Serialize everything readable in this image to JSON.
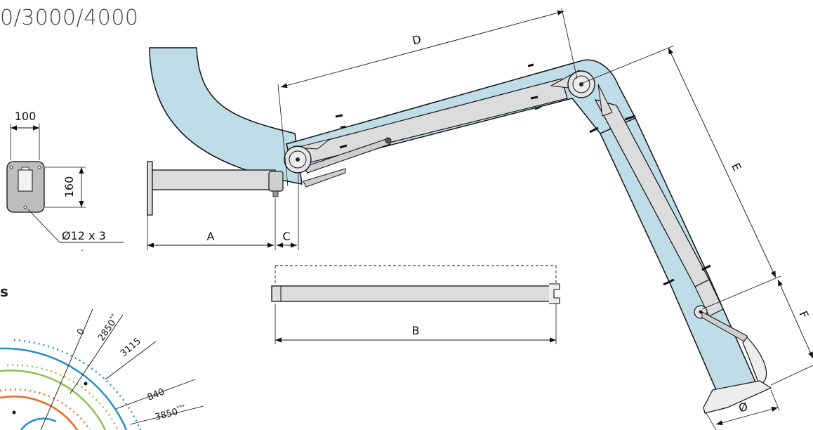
{
  "header": {
    "title_fragment": "0/3000/4000"
  },
  "section": {
    "label_fragment": "s"
  },
  "dimensions": {
    "A": "A",
    "B": "B",
    "C": "C",
    "D": "D",
    "E": "E",
    "F": "F",
    "diameter": "Ø",
    "plate_width": "100",
    "plate_height": "160",
    "hole_spec": "Ø12 x 3",
    "cut_off_label": "-"
  },
  "radius_labels": {
    "r0": "0",
    "r2850": "2850",
    "r2850_note": "**",
    "r3115": "3115",
    "r840": "840",
    "r3850": "3850",
    "r3850_note": "***"
  },
  "colors": {
    "duct": "#bfdde9",
    "arm": "#dcdcdc",
    "stroke": "#111111",
    "ring_blue": "#2490c6",
    "ring_green": "#8cc04a",
    "ring_orange": "#ea6a1e"
  }
}
